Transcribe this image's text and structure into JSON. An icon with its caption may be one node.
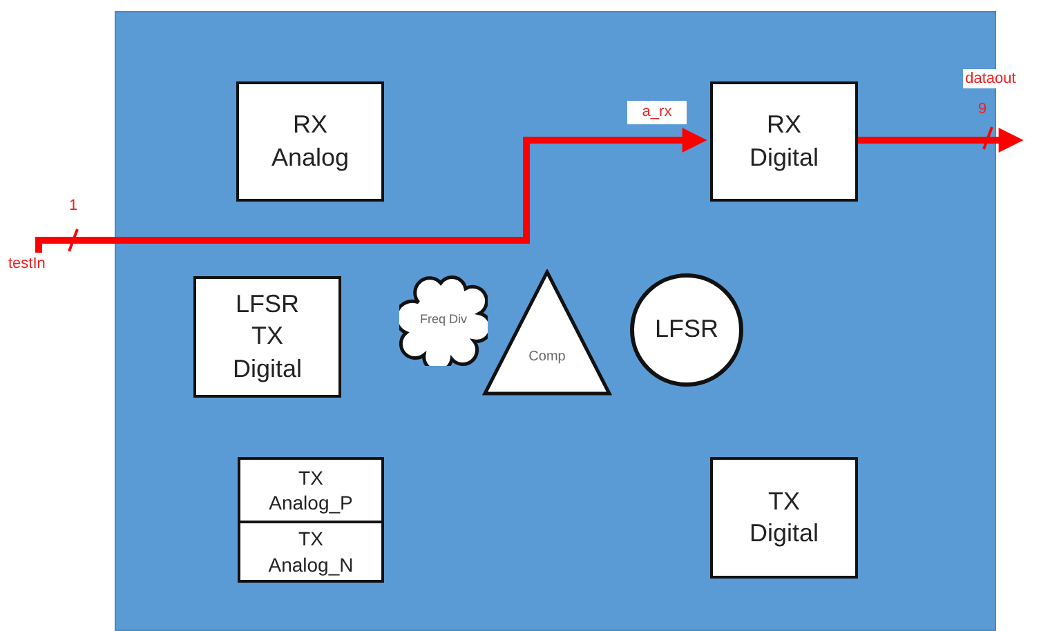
{
  "diagram": {
    "nodes": [
      {
        "text": [],
        "shape": "box"
      },
      {
        "text": [
          "RX Analog"
        ],
        "in": 0
      },
      {
        "text": [
          "RX Digital"
        ],
        "in": 0
      },
      {
        "text": [
          "testIn"
        ]
      },
      {
        "text": [
          "LFSR TX Digital"
        ],
        "in": 0
      },
      {
        "text": [
          "Freq Div"
        ],
        "in": 0
      },
      {
        "text": [
          "Comp"
        ],
        "in": 0
      },
      {
        "text": [
          "LFSR"
        ],
        "in": 0
      },
      {
        "text": [
          "TX Analog_P"
        ],
        "in": 0
      },
      {
        "text": [
          "TX Analog_N"
        ],
        "in": 0
      },
      {
        "text": [
          "TX Digital"
        ],
        "in": 0
      }
    ],
    "edges": [
      {
        "from": 3,
        "to": 2,
        "arrow": "to",
        "label": "a_rx"
      },
      {
        "from": 2,
        "to": null,
        "arrow": "to",
        "label": "dataout"
      }
    ],
    "labels": [
      "9",
      "1"
    ]
  }
}
